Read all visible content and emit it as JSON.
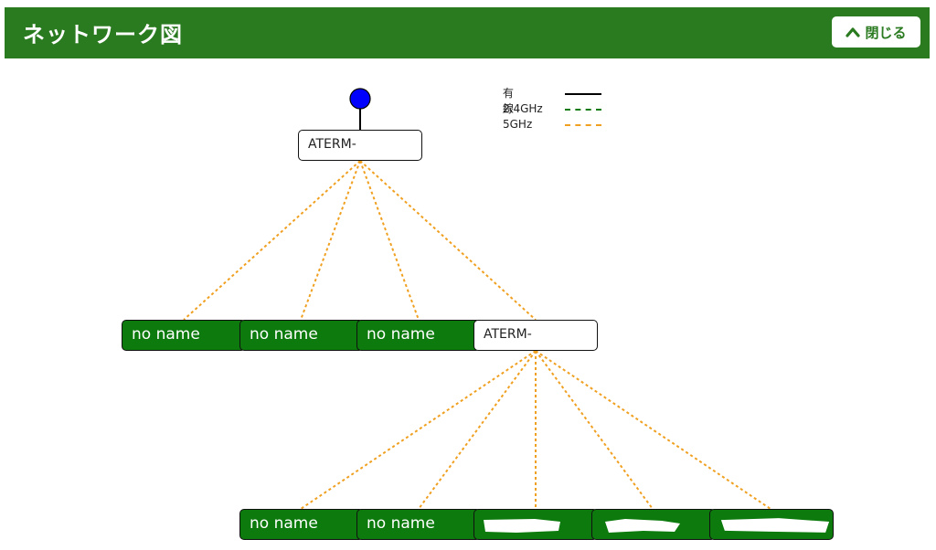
{
  "header": {
    "title": "ネットワーク図",
    "close_label": "閉じる"
  },
  "legend": {
    "wired_label": "有線",
    "ghz24_label": "2.4GHz",
    "ghz5_label": "5GHz"
  },
  "colors": {
    "header_bg": "#2a7a1f",
    "device_bg": "#0d7a0d",
    "wired": "#000000",
    "ghz24": "#0d7a0d",
    "ghz5": "#f0a020",
    "internet_dot": "#0000ff"
  },
  "nodes": {
    "root_router": "ATERM-",
    "level1": [
      "no name",
      "no name",
      "no name"
    ],
    "repeater": "ATERM-",
    "level2": [
      "no name",
      "no name"
    ]
  }
}
